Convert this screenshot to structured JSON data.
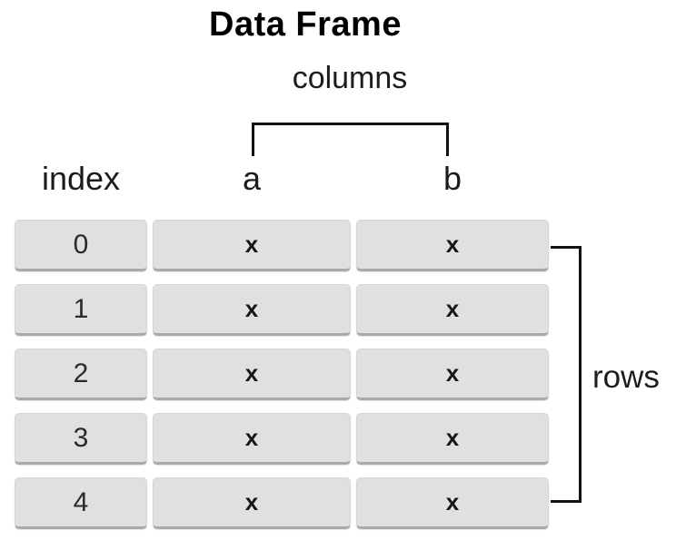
{
  "title": "Data Frame",
  "labels": {
    "columns": "columns",
    "rows": "rows"
  },
  "table": {
    "headers": [
      "index",
      "a",
      "b"
    ],
    "rows": [
      {
        "index": "0",
        "a": "x",
        "b": "x"
      },
      {
        "index": "1",
        "a": "x",
        "b": "x"
      },
      {
        "index": "2",
        "a": "x",
        "b": "x"
      },
      {
        "index": "3",
        "a": "x",
        "b": "x"
      },
      {
        "index": "4",
        "a": "x",
        "b": "x"
      }
    ]
  },
  "colors": {
    "cell_background": "#e0e0e2",
    "cell_bottom_edge": "#a9a9ab",
    "bracket_line": "#111111",
    "text": "#1c1c1c"
  }
}
